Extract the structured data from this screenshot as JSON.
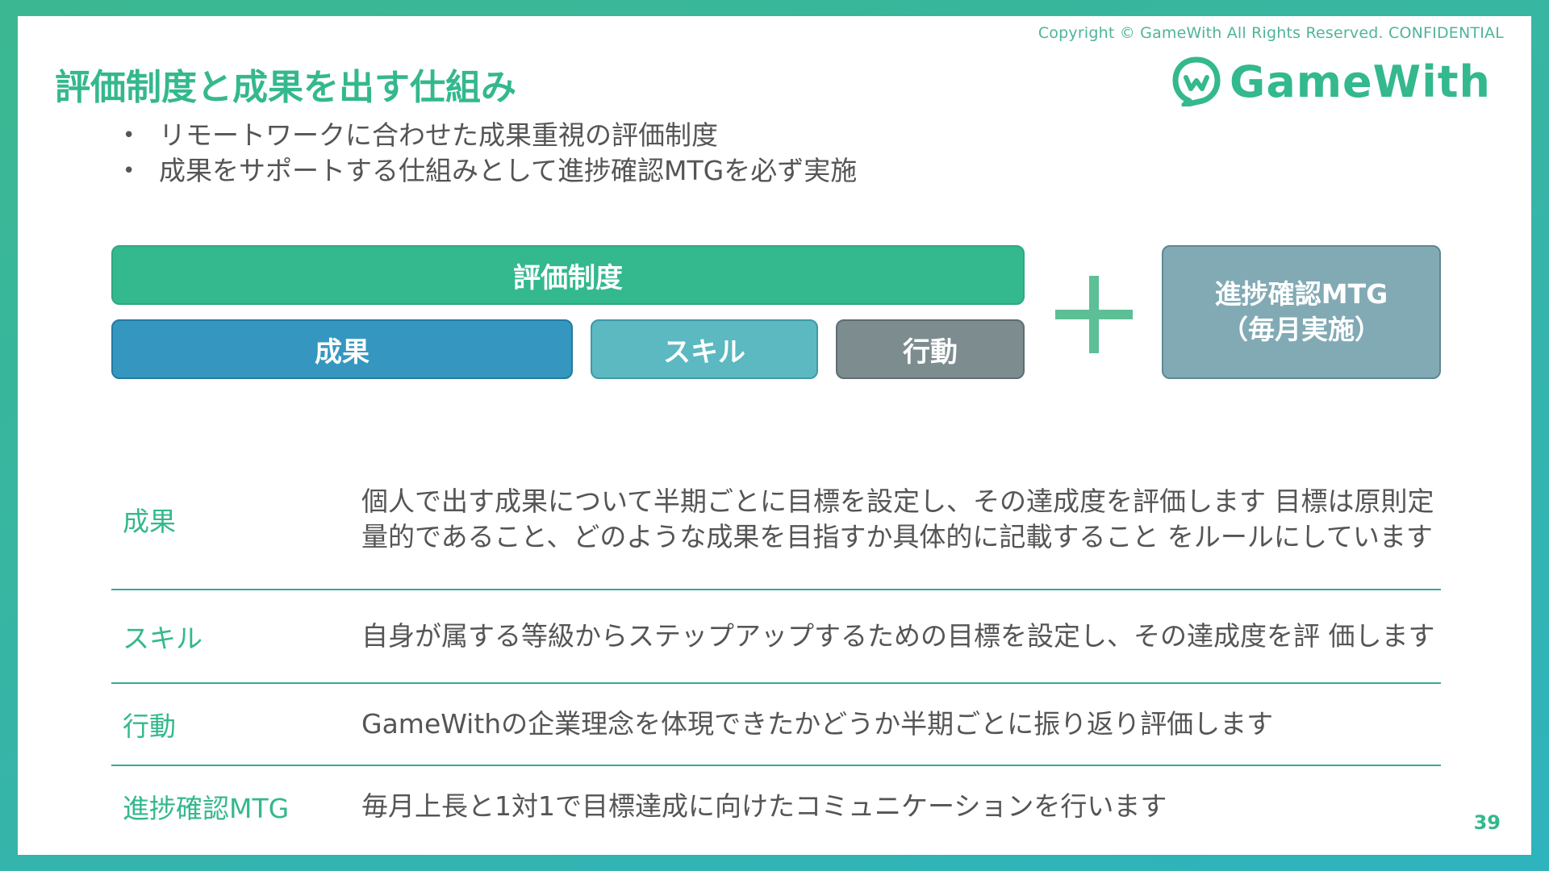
{
  "header": {
    "copyright": "Copyright © GameWith All Rights Reserved. CONFIDENTIAL",
    "logo_text": "GameWith",
    "title": "評価制度と成果を出す仕組み"
  },
  "bullets": [
    "リモートワークに合わせた成果重視の評価制度",
    "成果をサポートする仕組みとして進捗確認MTGを必ず実施"
  ],
  "diagram": {
    "evaluation": "評価制度",
    "results": "成果",
    "skill": "スキル",
    "behavior": "行動",
    "mtg_line1": "進捗確認MTG",
    "mtg_line2": "（毎月実施）"
  },
  "table": [
    {
      "label": "成果",
      "desc": "個人で出す成果について半期ごとに目標を設定し、その達成度を評価します 目標は原則定量的であること、どのような成果を目指すか具体的に記載すること をルールにしています"
    },
    {
      "label": "スキル",
      "desc": "自身が属する等級からステップアップするための目標を設定し、その達成度を評 価します"
    },
    {
      "label": "行動",
      "desc": "GameWithの企業理念を体現できたかどうか半期ごとに振り返り評価します"
    },
    {
      "label": "進捗確認MTG",
      "desc": "毎月上長と1対1で目標達成に向けたコミュニケーションを行います"
    }
  ],
  "page_number": "39",
  "colors": {
    "brand_green": "#34b88e",
    "results_blue": "#3597c0",
    "skill_teal": "#5cb8c1",
    "behavior_gray": "#7d8d8f",
    "mtg_slate": "#82aab4"
  }
}
